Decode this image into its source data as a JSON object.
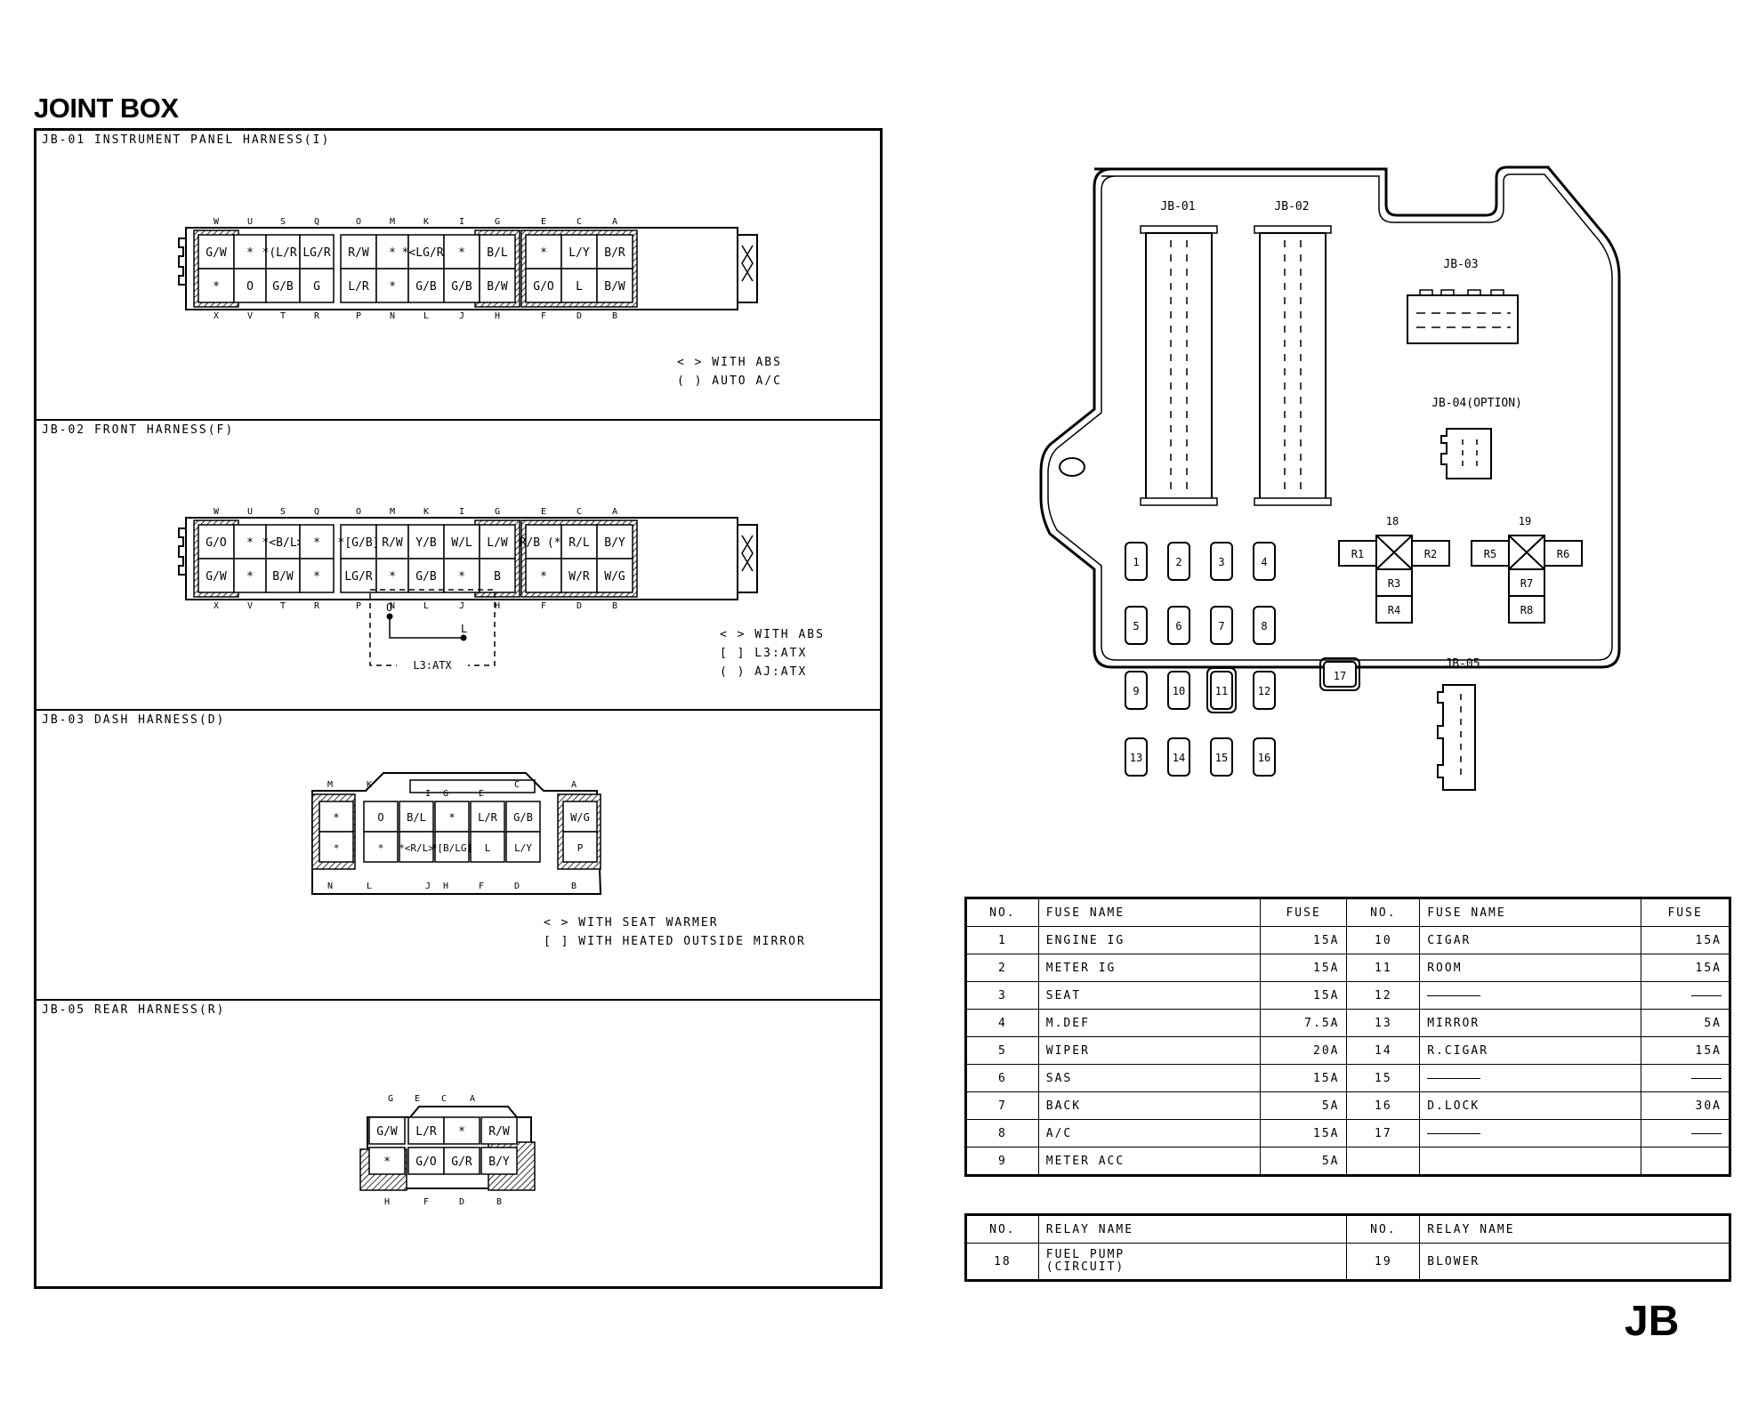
{
  "page": {
    "title": "JOINT BOX",
    "corner_mark": "JB"
  },
  "sections": {
    "jb01": {
      "title": "JB-01 INSTRUMENT PANEL HARNESS(I)",
      "top_letters": [
        "W",
        "U",
        "S",
        "Q",
        "O",
        "M",
        "K",
        "I",
        "G",
        "E",
        "C",
        "A"
      ],
      "bottom_letters": [
        "X",
        "V",
        "T",
        "R",
        "P",
        "N",
        "L",
        "J",
        "H",
        "F",
        "D",
        "B"
      ],
      "top_row": [
        "G/W",
        "*",
        "*(L/R)",
        "LG/R",
        "R/W",
        "*",
        "*<LG/R>",
        "*",
        "B/L",
        "*",
        "L/Y",
        "B/R"
      ],
      "bottom_row": [
        "*",
        "O",
        "G/B",
        "G",
        "L/R",
        "*",
        "G/B",
        "G/B",
        "B/W",
        "G/O",
        "L",
        "B/W"
      ],
      "legend": [
        "< > WITH ABS",
        "( ) AUTO A/C"
      ]
    },
    "jb02": {
      "title": "JB-02 FRONT HARNESS(F)",
      "top_letters": [
        "W",
        "U",
        "S",
        "Q",
        "O",
        "M",
        "K",
        "I",
        "G",
        "E",
        "C",
        "A"
      ],
      "bottom_letters": [
        "X",
        "V",
        "T",
        "R",
        "P",
        "N",
        "L",
        "J",
        "H",
        "F",
        "D",
        "B"
      ],
      "top_row": [
        "G/O",
        "*",
        "*<B/L>",
        "*",
        "*[G/B]",
        "R/W",
        "Y/B",
        "W/L",
        "L/W",
        "R/B (*)",
        "R/L",
        "B/Y"
      ],
      "bottom_row": [
        "G/W",
        "*",
        "B/W",
        "*",
        "LG/R",
        "*",
        "G/B",
        "*",
        "B",
        "*",
        "W/R",
        "W/G"
      ],
      "inset": {
        "top": "O",
        "right": "L",
        "label": "L3:ATX"
      },
      "legend": [
        "< > WITH ABS",
        "[ ] L3:ATX",
        "( ) AJ:ATX"
      ]
    },
    "jb03": {
      "title": "JB-03 DASH HARNESS(D)",
      "top_letters": [
        "M",
        "K",
        "I",
        "G",
        "E",
        "C",
        "A"
      ],
      "bottom_letters": [
        "N",
        "L",
        "J",
        "H",
        "F",
        "D",
        "B"
      ],
      "top_row": [
        "*",
        "O",
        "B/L",
        "*",
        "L/R",
        "G/B",
        "W/G"
      ],
      "bottom_row": [
        "*",
        "*",
        "*<R/L>",
        "*[B/LG]",
        "L",
        "L/Y",
        "P"
      ],
      "legend": [
        "< > WITH SEAT WARMER",
        "[ ] WITH HEATED OUTSIDE MIRROR"
      ]
    },
    "jb05": {
      "title": "JB-05 REAR HARNESS(R)",
      "top_letters": [
        "G",
        "E",
        "C",
        "A"
      ],
      "bottom_letters": [
        "H",
        "F",
        "D",
        "B"
      ],
      "top_row": [
        "G/W",
        "L/R",
        "*",
        "R/W"
      ],
      "bottom_row": [
        "*",
        "G/O",
        "G/R",
        "B/Y"
      ]
    }
  },
  "box_diagram": {
    "connectors": [
      "JB-01",
      "JB-02",
      "JB-03",
      "JB-04(OPTION)",
      "JB-05"
    ],
    "fuses": [
      "1",
      "2",
      "3",
      "4",
      "5",
      "6",
      "7",
      "8",
      "9",
      "10",
      "11",
      "12",
      "13",
      "14",
      "15",
      "16",
      "17"
    ],
    "relay_18": {
      "label": "18",
      "terminals": [
        "R1",
        "R2",
        "R3",
        "R4"
      ]
    },
    "relay_19": {
      "label": "19",
      "terminals": [
        "R5",
        "R6",
        "R7",
        "R8"
      ]
    }
  },
  "fuse_table": {
    "headers": {
      "no": "NO.",
      "name": "FUSE NAME",
      "fuse": "FUSE"
    },
    "left": [
      {
        "no": "1",
        "name": "ENGINE IG",
        "fuse": "15A"
      },
      {
        "no": "2",
        "name": "METER IG",
        "fuse": "15A"
      },
      {
        "no": "3",
        "name": "SEAT",
        "fuse": "15A"
      },
      {
        "no": "4",
        "name": "M.DEF",
        "fuse": "7.5A"
      },
      {
        "no": "5",
        "name": "WIPER",
        "fuse": "20A"
      },
      {
        "no": "6",
        "name": "SAS",
        "fuse": "15A"
      },
      {
        "no": "7",
        "name": "BACK",
        "fuse": "5A"
      },
      {
        "no": "8",
        "name": "A/C",
        "fuse": "15A"
      },
      {
        "no": "9",
        "name": "METER ACC",
        "fuse": "5A"
      }
    ],
    "right": [
      {
        "no": "10",
        "name": "CIGAR",
        "fuse": "15A"
      },
      {
        "no": "11",
        "name": "ROOM",
        "fuse": "15A"
      },
      {
        "no": "12",
        "name": "",
        "fuse": ""
      },
      {
        "no": "13",
        "name": "MIRROR",
        "fuse": "5A"
      },
      {
        "no": "14",
        "name": "R.CIGAR",
        "fuse": "15A"
      },
      {
        "no": "15",
        "name": "",
        "fuse": ""
      },
      {
        "no": "16",
        "name": "D.LOCK",
        "fuse": "30A"
      },
      {
        "no": "17",
        "name": "",
        "fuse": ""
      }
    ]
  },
  "relay_table": {
    "headers": {
      "no": "NO.",
      "name": "RELAY NAME"
    },
    "rows": [
      {
        "no": "18",
        "name": "FUEL PUMP",
        "sub": "(CIRCUIT)"
      },
      {
        "no": "19",
        "name": "BLOWER",
        "sub": ""
      }
    ]
  }
}
